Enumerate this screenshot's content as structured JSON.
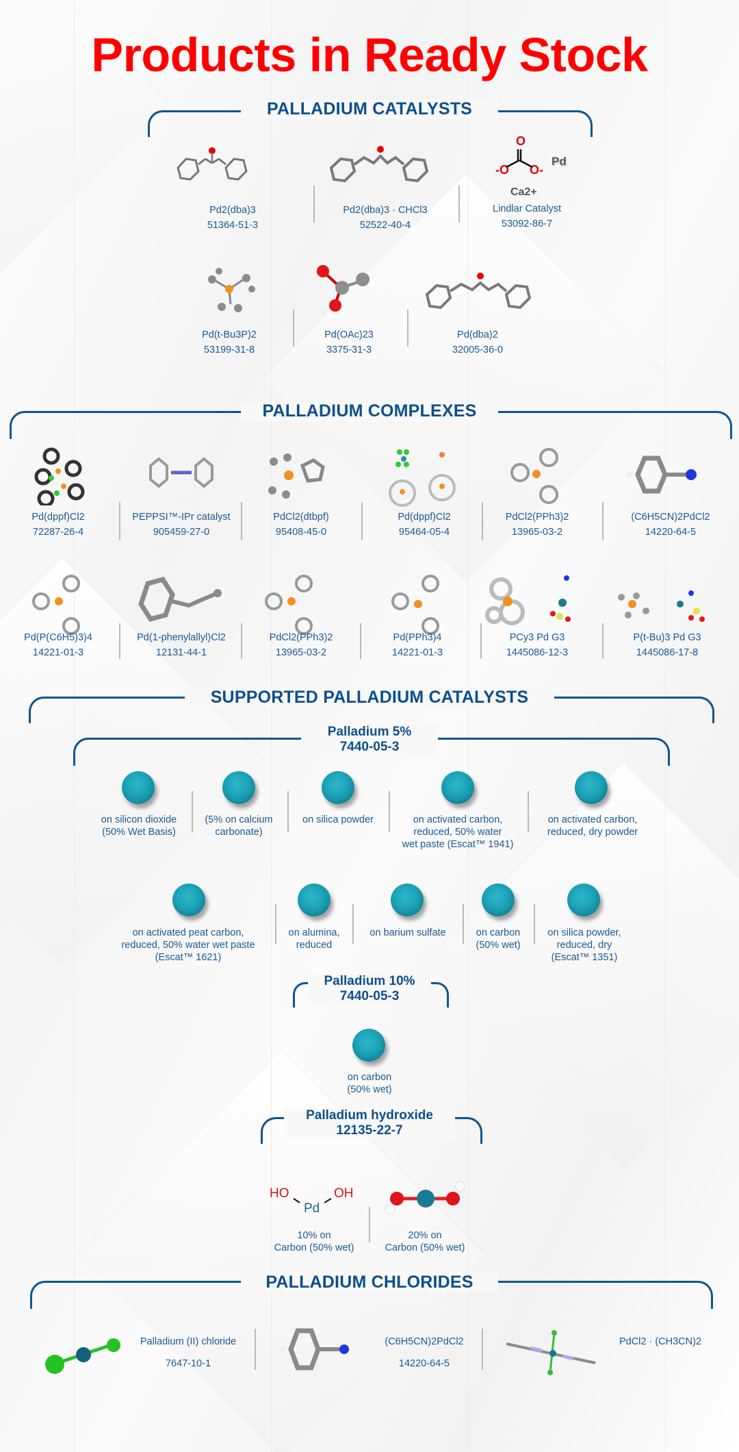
{
  "page": {
    "title": "Products in Ready Stock"
  },
  "colors": {
    "title": "#ff0000",
    "heading": "#0d4f8b",
    "label": "#1a5a94",
    "sphere": "#1aa2b7"
  },
  "palladium_catalysts": {
    "heading": "PALLADIUM CATALYSTS",
    "items": [
      {
        "name": "Pd2(dba)3",
        "cas": "51364-51-3",
        "icon": "dba-molecule-icon"
      },
      {
        "name": "Pd2(dba)3 · CHCl3",
        "cas": "52522-40-4",
        "icon": "dba-molecule-icon"
      },
      {
        "name": "Lindlar Catalyst",
        "cas": "53092-86-7",
        "icon": "calcium-carbonate-structure-icon",
        "structure": {
          "o_top": "O",
          "o_left": "-O",
          "o_right": "O-",
          "metal": "Pd",
          "cation": "Ca2+"
        }
      },
      {
        "name": "Pd(t-Bu3P)2",
        "cas": "53199-31-8",
        "icon": "phosphine-molecule-icon"
      },
      {
        "name": "Pd(OAc)23",
        "cas": "3375-31-3",
        "icon": "acetate-molecule-icon"
      },
      {
        "name": "Pd(dba)2",
        "cas": "32005-36-0",
        "icon": "dba-molecule-icon"
      }
    ]
  },
  "palladium_complexes": {
    "heading": "PALLADIUM COMPLEXES",
    "items": [
      {
        "name": "Pd(dppf)Cl2",
        "cas": "72287-26-4"
      },
      {
        "name": "PEPPSI™-IPr catalyst",
        "cas": "905459-27-0"
      },
      {
        "name": "PdCl2(dtbpf)",
        "cas": "95408-45-0"
      },
      {
        "name": "Pd(dppf)Cl2",
        "cas": "95464-05-4"
      },
      {
        "name": "PdCl2(PPh3)2",
        "cas": "13965-03-2"
      },
      {
        "name": "(C6H5CN)2PdCl2",
        "cas": "14220-64-5"
      },
      {
        "name": "Pd(P(C6H5)3)4",
        "cas": "14221-01-3"
      },
      {
        "name": "Pd(1-phenylallyl)Cl2",
        "cas": "12131-44-1"
      },
      {
        "name": "PdCl2(PPh3)2",
        "cas": "13965-03-2"
      },
      {
        "name": "Pd(PPh3)4",
        "cas": "14221-01-3"
      },
      {
        "name": "PCy3 Pd G3",
        "cas": "1445086-12-3"
      },
      {
        "name": "P(t-Bu)3 Pd G3",
        "cas": "1445086-17-8"
      }
    ]
  },
  "supported_catalysts": {
    "heading": "SUPPORTED PALLADIUM CATALYSTS",
    "pd5": {
      "title": "Palladium 5%",
      "cas": "7440-05-3",
      "items": [
        {
          "l1": "on silicon dioxide",
          "l2": "(50% Wet Basis)",
          "l3": ""
        },
        {
          "l1": "(5% on calcium",
          "l2": "carbonate)",
          "l3": ""
        },
        {
          "l1": "on silica powder",
          "l2": "",
          "l3": ""
        },
        {
          "l1": "on activated carbon,",
          "l2": "reduced, 50% water",
          "l3": "wet paste (Escat™ 1941)"
        },
        {
          "l1": "on activated carbon,",
          "l2": "reduced, dry powder",
          "l3": ""
        },
        {
          "l1": "on activated peat carbon,",
          "l2": "reduced, 50% water wet paste",
          "l3": "(Escat™ 1621)"
        },
        {
          "l1": "on alumina,",
          "l2": "reduced",
          "l3": ""
        },
        {
          "l1": "on barium sulfate",
          "l2": "",
          "l3": ""
        },
        {
          "l1": "on carbon",
          "l2": "(50% wet)",
          "l3": ""
        },
        {
          "l1": "on silica powder,",
          "l2": "reduced, dry",
          "l3": "(Escat™ 1351)"
        }
      ]
    },
    "pd10": {
      "title": "Palladium 10%",
      "cas": "7440-05-3",
      "items": [
        {
          "l1": "on carbon",
          "l2": "(50% wet)"
        }
      ]
    },
    "hydroxide": {
      "title": "Palladium hydroxide",
      "cas": "12135-22-7",
      "structure": {
        "left": "HO",
        "right": "OH",
        "metal": "Pd"
      },
      "items": [
        {
          "l1": "10% on",
          "l2": "Carbon (50% wet)"
        },
        {
          "l1": "20% on",
          "l2": "Carbon (50% wet)"
        }
      ]
    }
  },
  "palladium_chlorides": {
    "heading": "PALLADIUM CHLORIDES",
    "items": [
      {
        "name": "Palladium (II) chloride",
        "cas": "7647-10-1"
      },
      {
        "name": "(C6H5CN)2PdCl2",
        "cas": "14220-64-5"
      },
      {
        "name": "PdCl2 · (CH3CN)2",
        "cas": ""
      }
    ]
  }
}
